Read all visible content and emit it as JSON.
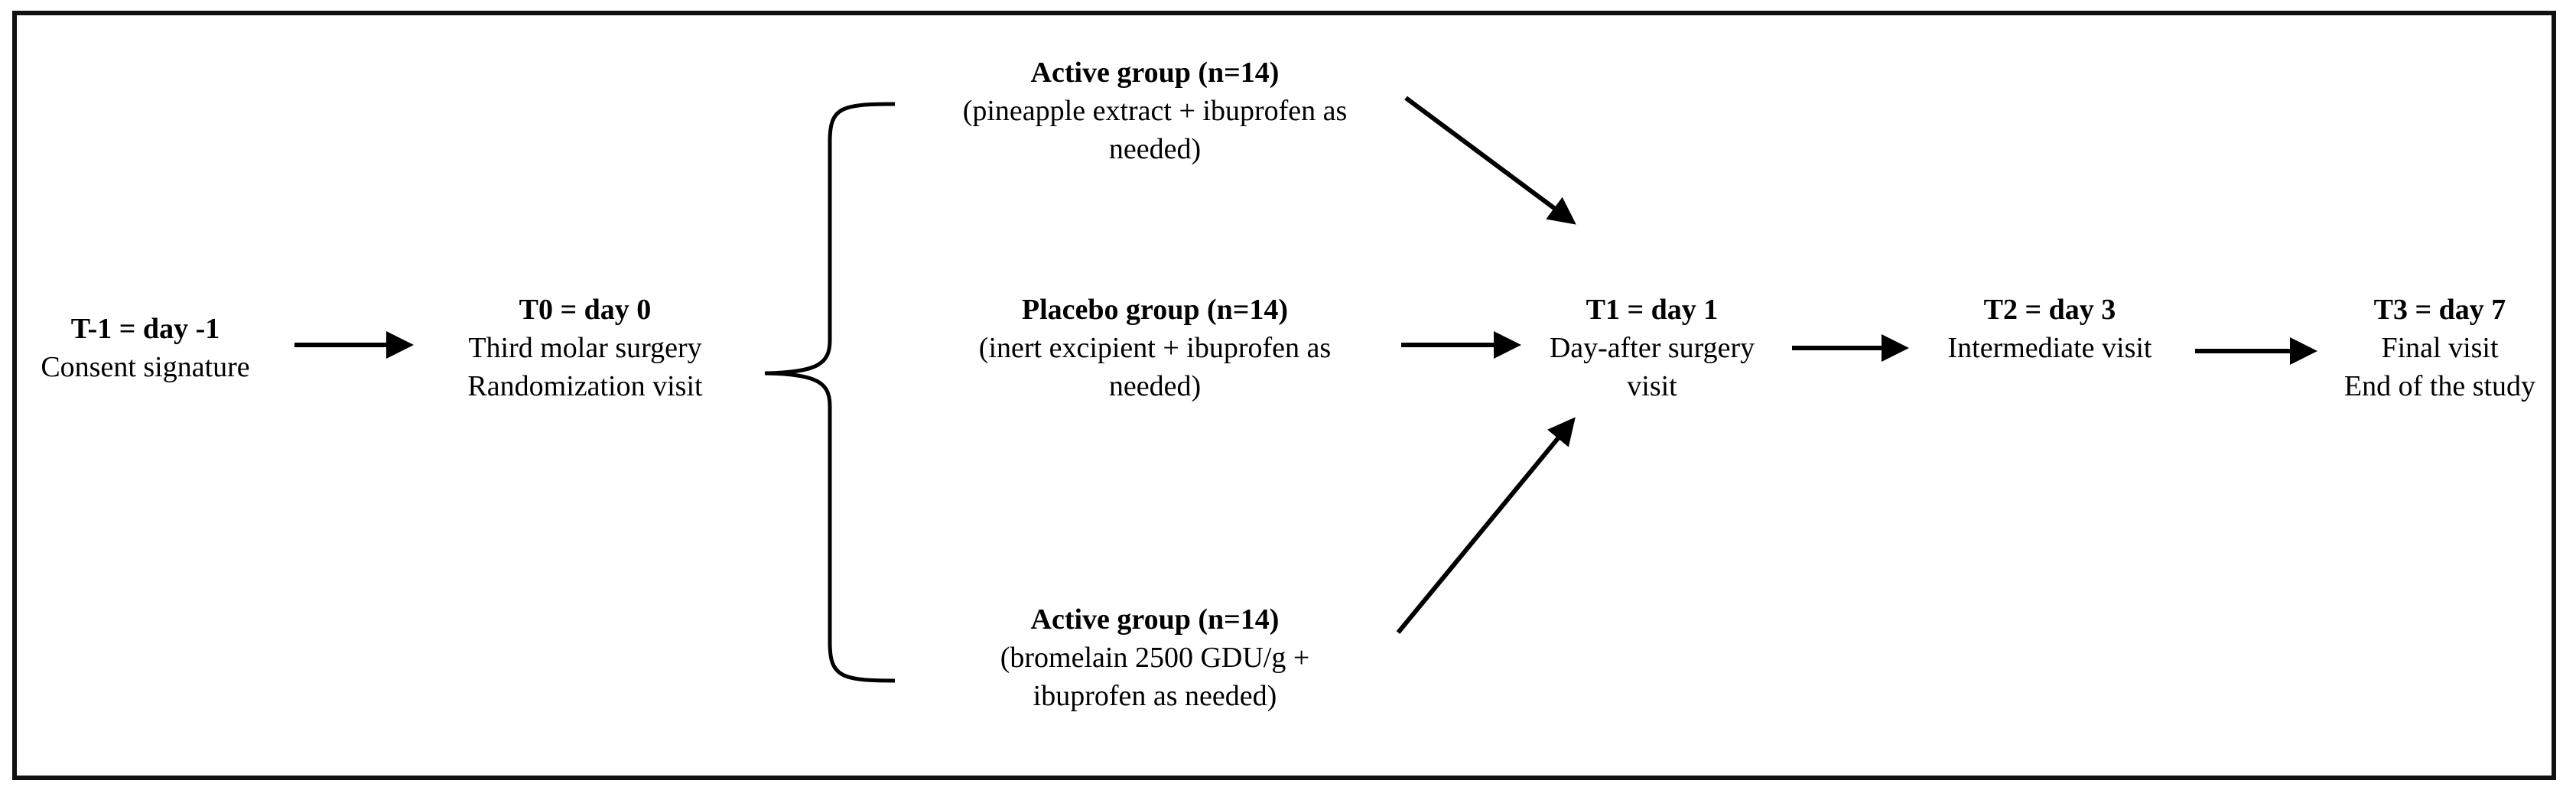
{
  "diagram": {
    "nodes": {
      "t_minus1": {
        "title": "T-1 = day -1",
        "lines": [
          "Consent signature"
        ]
      },
      "t0": {
        "title": "T0 = day 0",
        "lines": [
          "Third molar surgery",
          "Randomization visit"
        ]
      },
      "group_pineapple": {
        "title": "Active group (n=14)",
        "lines": [
          "(pineapple extract + ibuprofen as",
          "needed)"
        ]
      },
      "group_placebo": {
        "title": "Placebo group (n=14)",
        "lines": [
          "(inert excipient + ibuprofen as",
          "needed)"
        ]
      },
      "group_bromelain": {
        "title": "Active group (n=14)",
        "lines": [
          "(bromelain 2500 GDU/g +",
          "ibuprofen as needed)"
        ]
      },
      "t1": {
        "title": "T1 = day 1",
        "lines": [
          "Day-after surgery",
          "visit"
        ]
      },
      "t2": {
        "title": "T2 = day 3",
        "lines": [
          "Intermediate visit"
        ]
      },
      "t3": {
        "title": "T3 = day 7",
        "lines": [
          "Final visit",
          "End of the study"
        ]
      }
    },
    "colors": {
      "line": "#000000",
      "border": "#111111",
      "background": "#ffffff"
    }
  }
}
